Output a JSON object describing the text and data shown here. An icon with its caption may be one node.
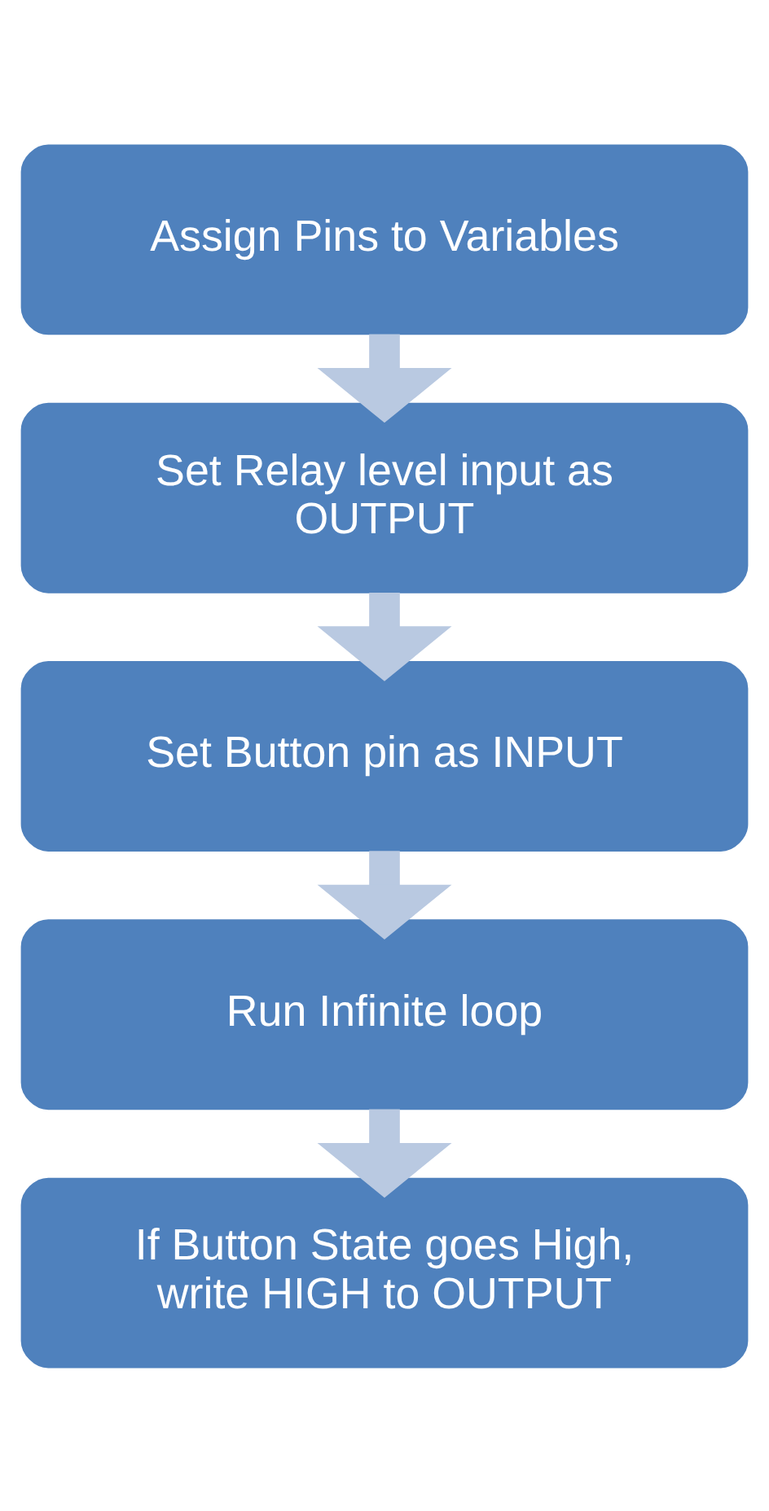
{
  "diagram": {
    "nodes": [
      {
        "text": [
          "Assign Pins to Variables"
        ]
      },
      {
        "text": [
          "Set Relay level input as OUTPUT"
        ]
      },
      {
        "text": [
          "Set Button pin as INPUT"
        ]
      },
      {
        "text": [
          "Run Infinite loop"
        ]
      },
      {
        "text": [
          "If Button State goes High, write HIGH to OUTPUT"
        ]
      }
    ],
    "edges": [
      {
        "from": 0,
        "to": 1,
        "arrow": "to"
      },
      {
        "from": 1,
        "to": 2,
        "arrow": "to"
      },
      {
        "from": 2,
        "to": 3,
        "arrow": "to"
      },
      {
        "from": 3,
        "to": 4,
        "arrow": "to"
      }
    ]
  }
}
